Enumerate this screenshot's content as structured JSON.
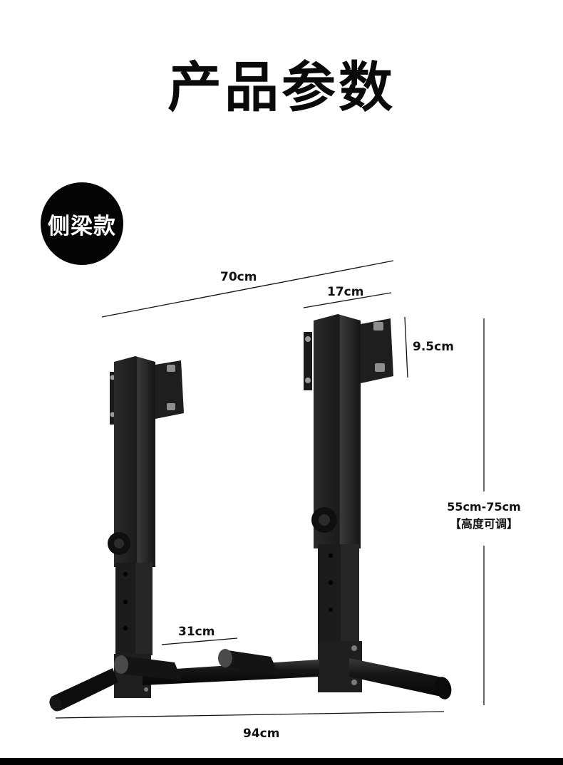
{
  "header": {
    "title": "产品参数"
  },
  "variant_badge": {
    "label": "侧梁款"
  },
  "dimensions": {
    "overall_depth": "70cm",
    "bracket_width": "17cm",
    "bracket_height": "9.5cm",
    "adjustable_height": "55cm-75cm",
    "adjustable_note": "【高度可调】",
    "handle_length": "31cm",
    "overall_width": "94cm"
  },
  "product": {
    "name": "wall-mounted dip bar (side beam)",
    "color": "#1c1c1c"
  }
}
